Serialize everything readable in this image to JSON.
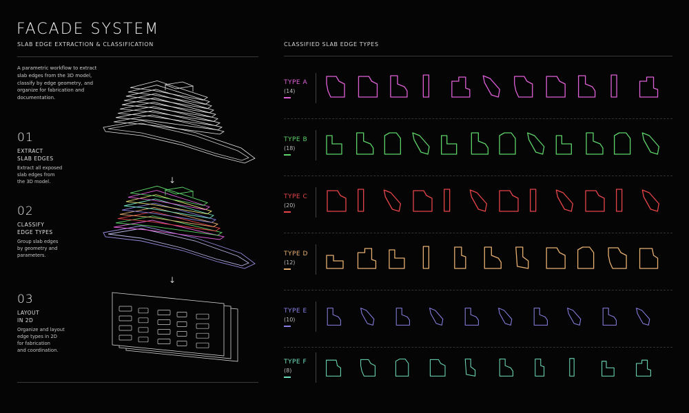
{
  "header": {
    "title": "FACADE SYSTEM",
    "subtitle": "SLAB EDGE EXTRACTION & CLASSIFICATION",
    "intro": "A parametric workflow to extract slab edges from the 3D model, classify by edge geometry, and organize for fabrication and documentation."
  },
  "steps": [
    {
      "num": "01",
      "title": "EXTRACT\nSLAB EDGES",
      "desc": "Extract all exposed\nslab edges from\nthe 3D model."
    },
    {
      "num": "02",
      "title": "CLASSIFY\nEDGE TYPES",
      "desc": "Group slab edges\nby geometry and\nparameters."
    },
    {
      "num": "03",
      "title": "LAYOUT\nIN 2D",
      "desc": "Organize and layout\nedge types in 2D\nfor fabrication\nand coordination."
    }
  ],
  "arrows": [
    "↓",
    "↓"
  ],
  "right": {
    "title": "CLASSIFIED SLAB EDGE TYPES",
    "types": [
      {
        "label": "TYPE A",
        "count": "(14)",
        "color": "#e060d8"
      },
      {
        "label": "TYPE B",
        "count": "(18)",
        "color": "#5ed46a"
      },
      {
        "label": "TYPE C",
        "count": "(20)",
        "color": "#e8454a"
      },
      {
        "label": "TYPE D",
        "count": "(12)",
        "color": "#e8b070"
      },
      {
        "label": "TYPE E",
        "count": "(10)",
        "color": "#8a82e6"
      },
      {
        "label": "TYPE F",
        "count": "(8)",
        "color": "#6fe0bf"
      }
    ]
  }
}
